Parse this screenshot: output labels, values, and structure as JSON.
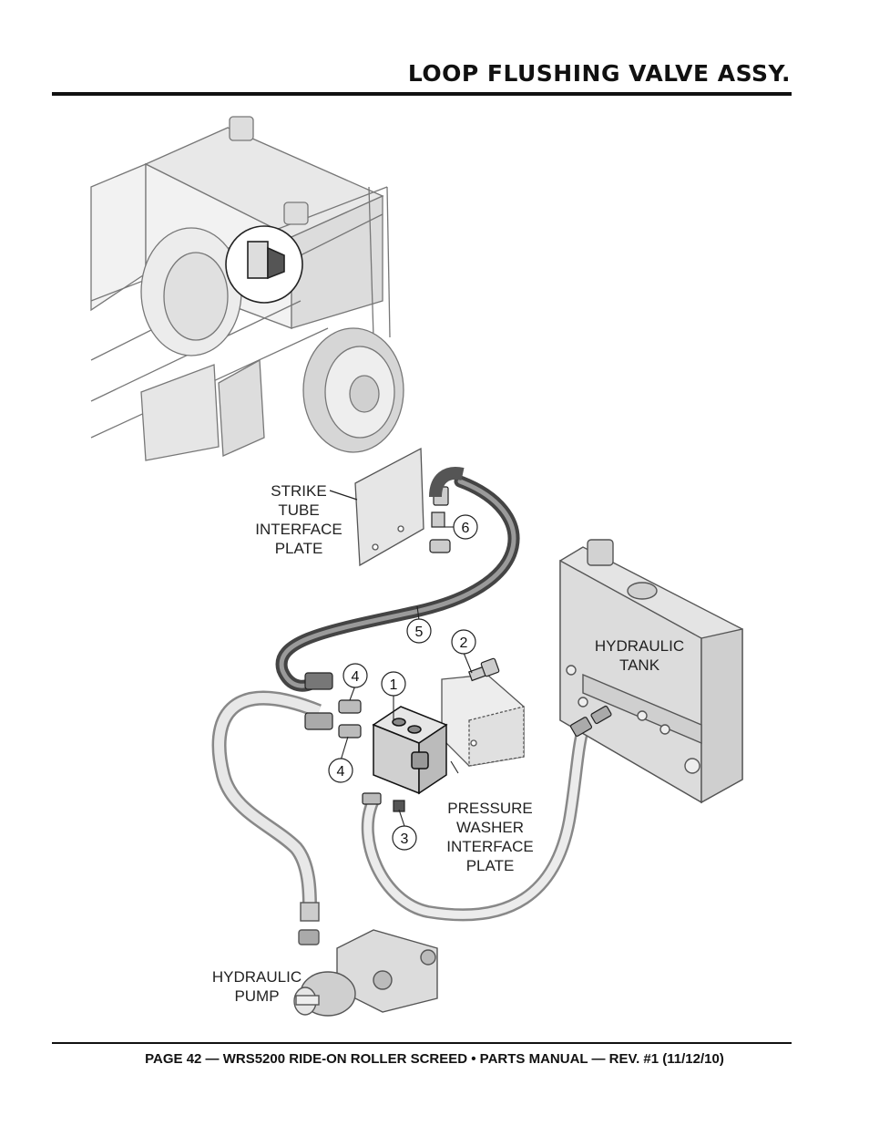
{
  "header": {
    "title": "LOOP FLUSHING VALVE ASSY."
  },
  "labels": {
    "strike_tube": [
      "STRIKE",
      "TUBE",
      "INTERFACE",
      "PLATE"
    ],
    "hydraulic_tank": [
      "HYDRAULIC",
      "TANK"
    ],
    "pressure_washer": [
      "PRESSURE",
      "WASHER",
      "INTERFACE",
      "PLATE"
    ],
    "hydraulic_pump": [
      "HYDRAULIC",
      "PUMP"
    ]
  },
  "callouts": [
    "1",
    "2",
    "3",
    "4",
    "4",
    "5",
    "6"
  ],
  "footer": {
    "text": "PAGE 42 — WRS5200 RIDE-ON ROLLER SCREED • PARTS MANUAL — REV. #1 (11/12/10)"
  }
}
